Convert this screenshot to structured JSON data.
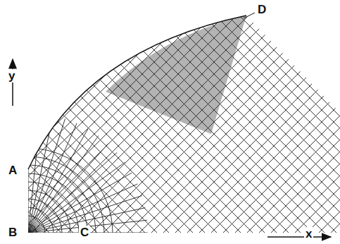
{
  "diagram": {
    "labels": [
      "D",
      "y",
      "A",
      "B",
      "C",
      "x"
    ]
  }
}
